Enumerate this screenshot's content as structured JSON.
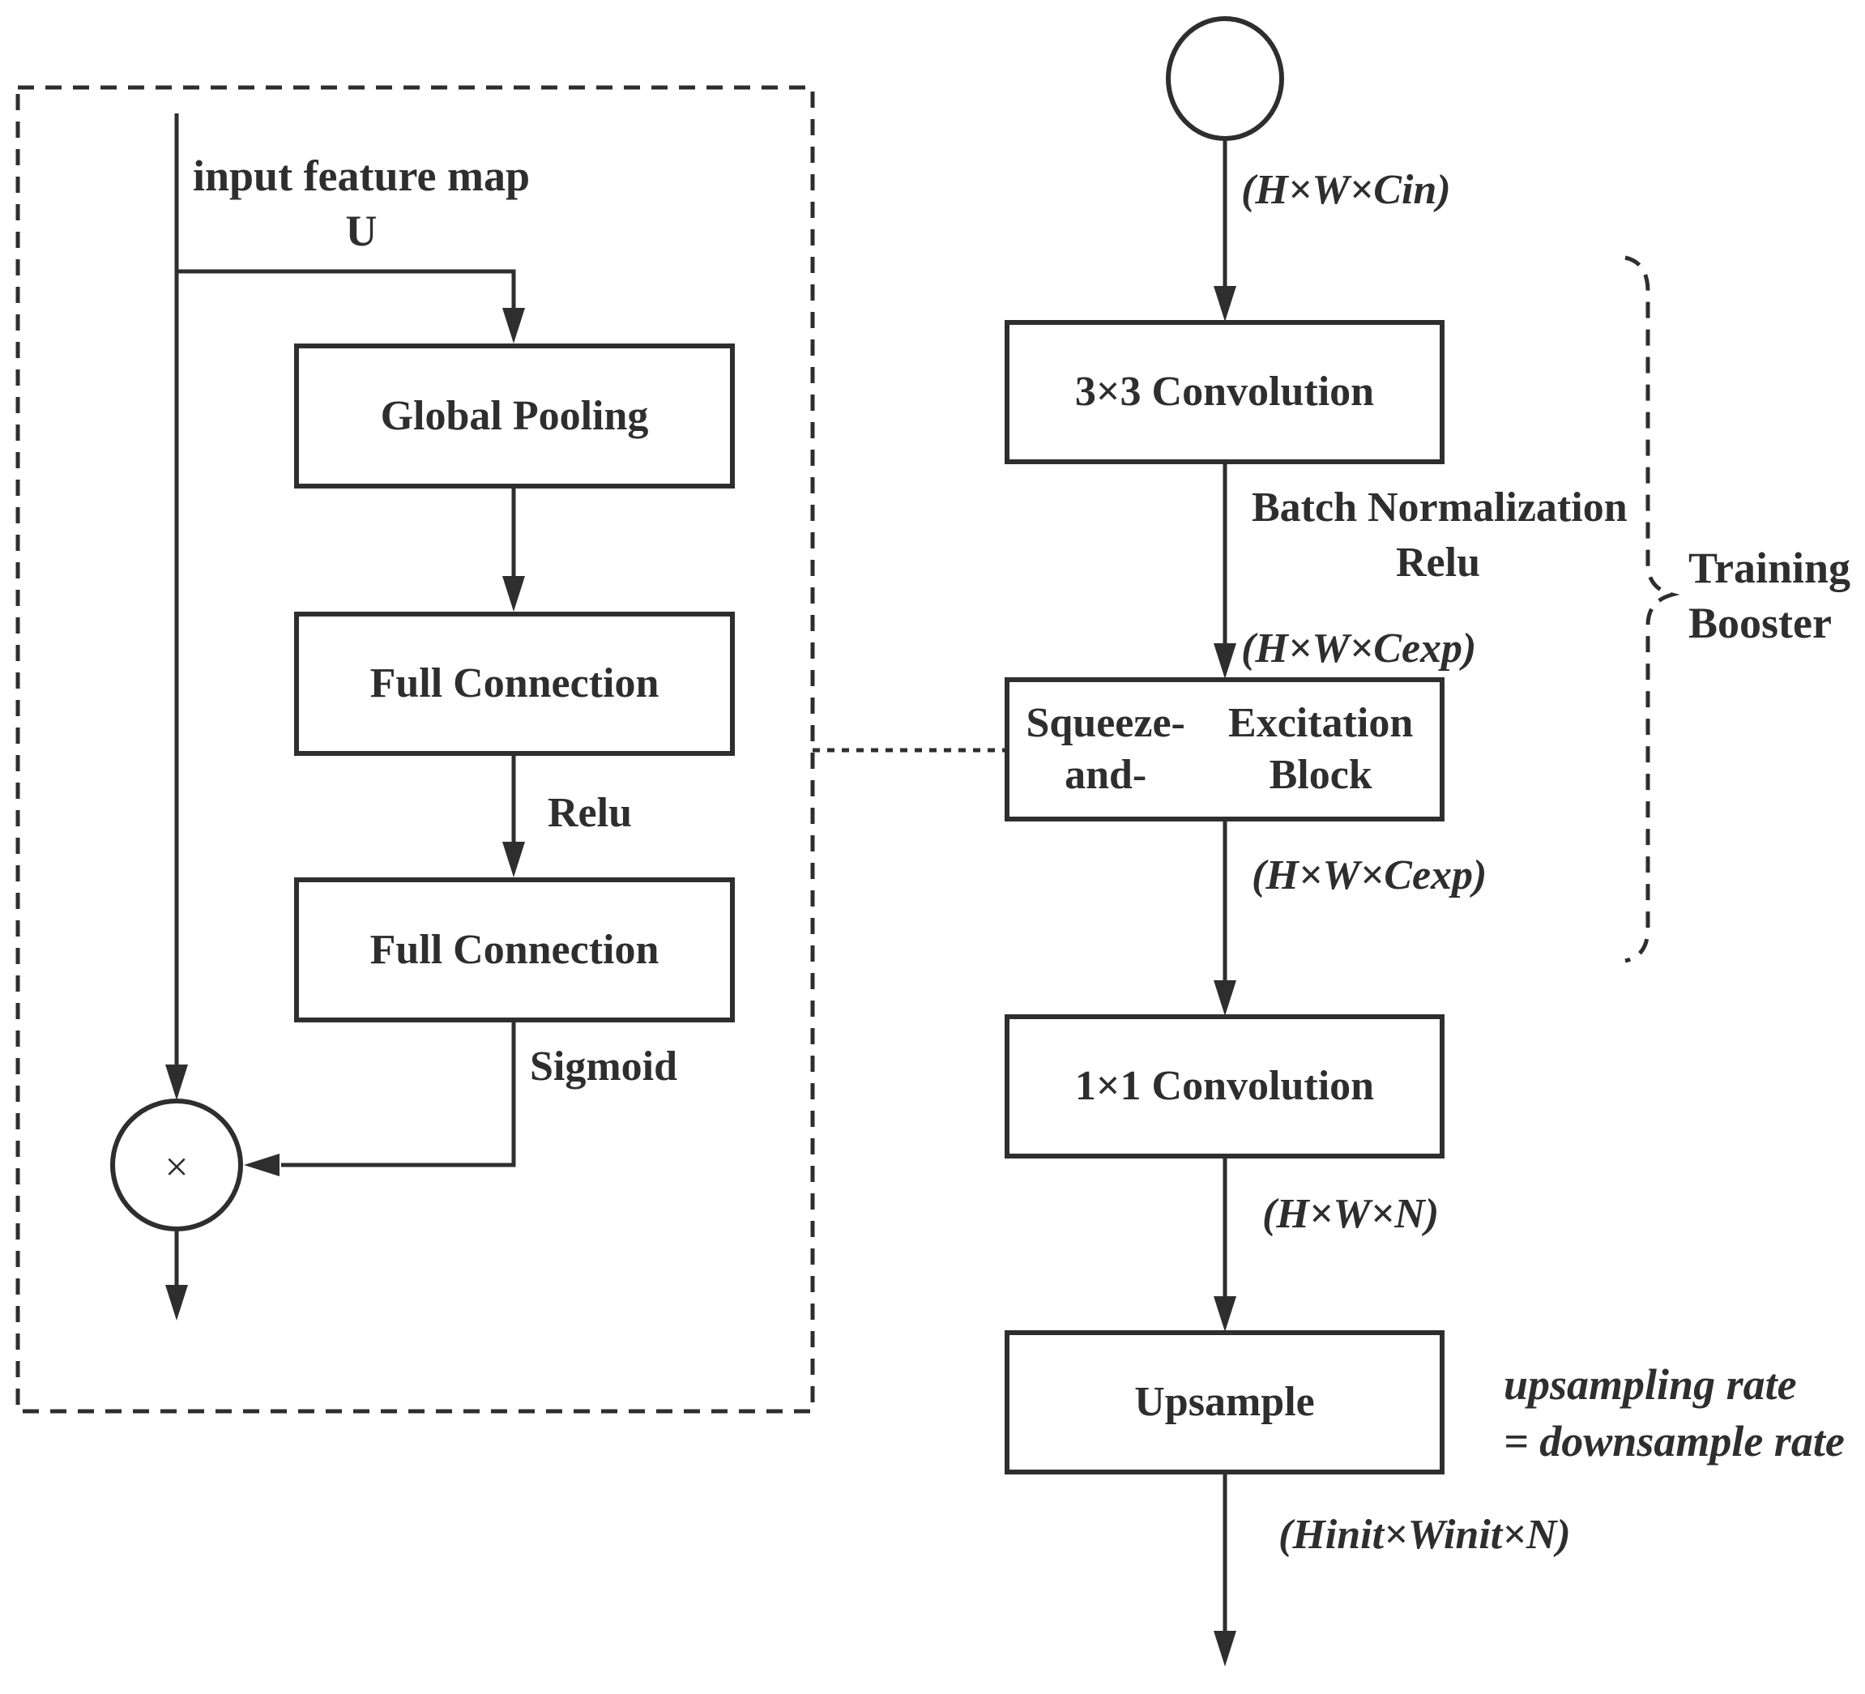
{
  "colors": {
    "ink": "#2e2e2e",
    "background": "#ffffff"
  },
  "se_detail": {
    "input_label": "input feature map",
    "input_symbol": "U",
    "global_pooling_label": "Global Pooling",
    "fc1_label": "Full Connection",
    "fc2_label": "Full Connection",
    "relu_label": "Relu",
    "sigmoid_label": "Sigmoid",
    "multiply_symbol": "×"
  },
  "main_flow": {
    "conv3_label": "3×3 Convolution",
    "dim_in": "(H×W×Cin)",
    "bn_label": "Batch Normalization",
    "bn_relu_label": "Relu",
    "dim_exp_above": "(H×W×Cexp)",
    "se_line1": "Squeeze-and-",
    "se_line2": "Excitation Block",
    "dim_exp_below": "(H×W×Cexp)",
    "conv1_label": "1×1 Convolution",
    "dim_n": "(H×W×N)",
    "upsample_label": "Upsample",
    "note_line1": "upsampling rate",
    "note_line2": "= downsample rate",
    "dim_out": "(Hinit×Winit×N)",
    "bracket_label_line1": "Training",
    "bracket_label_line2": "Booster"
  }
}
